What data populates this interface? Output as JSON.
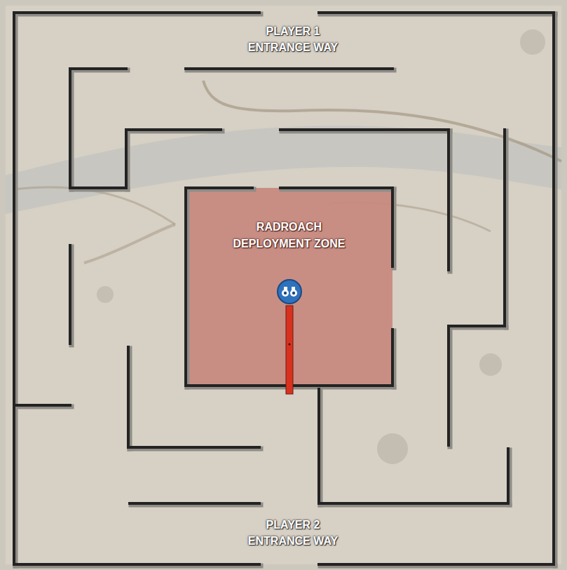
{
  "diagram": {
    "nodes": [
      {
        "text": [
          "RADROACH DEPLOYMENT ZONE"
        ]
      }
    ],
    "labels": [
      "PLAYER 1 ENTRANCE WAY",
      "PLAYER 2 ENTRANCE WAY"
    ]
  }
}
